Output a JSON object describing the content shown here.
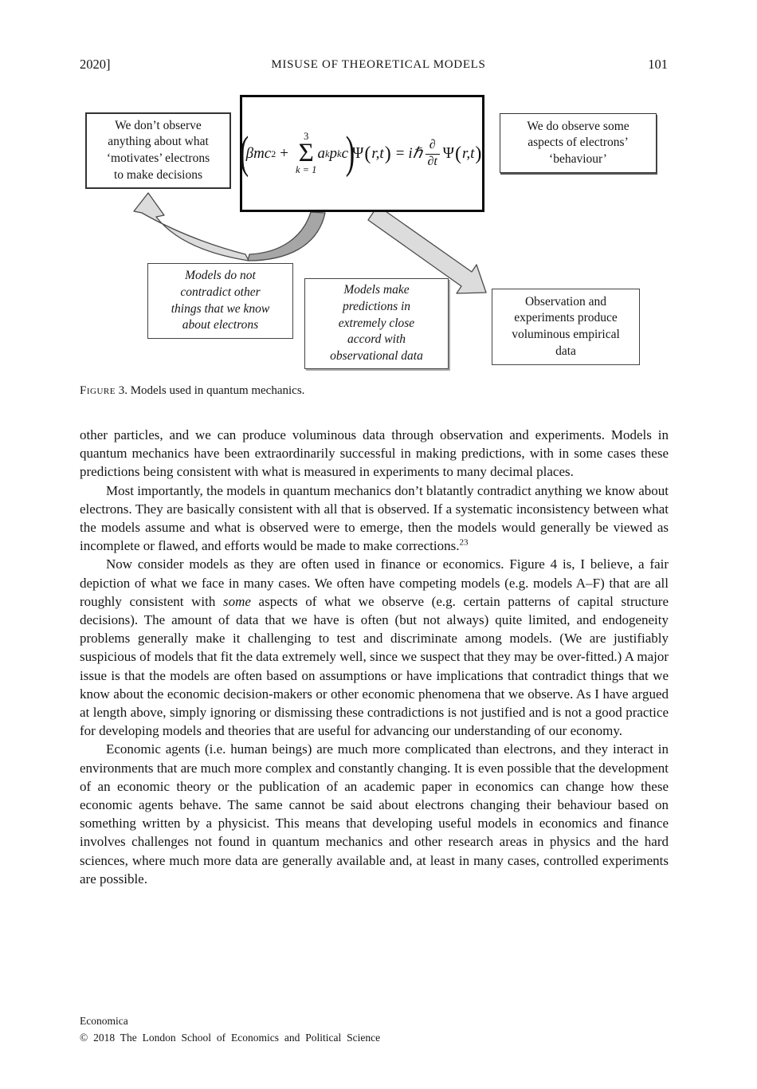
{
  "header": {
    "volume_year": "2020]",
    "running_title": "MISUSE OF THEORETICAL MODELS",
    "page_number": "101"
  },
  "figure": {
    "caption": {
      "label": "Figure",
      "rest": " 3. Models used in quantum mechanics."
    },
    "boxes": {
      "left": "We don’t observe\nanything about what\n‘motivates’ electrons\nto make decisions",
      "right": "We do observe some\naspects of electrons’\n‘behaviour’",
      "models_do_not": "Models do not\ncontradict other\nthings that we know\nabout electrons",
      "models_make": "Models make\npredictions in\nextremely close\naccord with\nobservational data",
      "observation": "Observation and\nexperiments produce\nvoluminous empirical\ndata"
    },
    "equation": {
      "lparen": "(",
      "beta_mc": "βmc",
      "sq": "2",
      "plus": "+",
      "sum_top": "3",
      "sigma": "Σ",
      "sum_bot": "k = 1",
      "a": "a",
      "k1": "k",
      "p": "p",
      "k2": "k",
      "c": "c",
      "rparen": ")",
      "psi1": "Ψ",
      "lp1": "(",
      "rt1": "r,t",
      "rp1": ")",
      "equals": "=",
      "ihbar": "iℏ",
      "dtop": "∂",
      "dbot": "∂t",
      "psi2": "Ψ",
      "lp2": "(",
      "rt2": "r,t",
      "rp2": ")"
    },
    "colors": {
      "arrow_light": "#dcdcdc",
      "arrow_dark": "#a6a6a6",
      "arrow_outline": "#4a4a4a"
    }
  },
  "body": {
    "p1": [
      {
        "t": "other particles, and we can produce voluminous data through observation and experiments. Models in quantum mechanics have been extraordinarily successful in making predictions, with in some cases these predictions being consistent with what is measured in experiments to many decimal places."
      }
    ],
    "p2": [
      {
        "t": "Most importantly, the models in quantum mechanics don’t blatantly contradict anything we know about electrons. They are basically consistent with all that is observed. If a systematic inconsistency between what the models assume and what is observed were to emerge, then the models would generally be viewed as incomplete or flawed, and efforts would be made to make corrections."
      },
      {
        "t": "23",
        "sup": true
      }
    ],
    "p3": [
      {
        "t": "Now consider models as they are often used in finance or economics. Figure 4 is, I believe, a fair depiction of what we face in many cases. We often have competing models (e.g. models A–F) that are all roughly consistent with "
      },
      {
        "t": "some",
        "i": true
      },
      {
        "t": " aspects of what we observe (e.g. certain patterns of capital structure decisions). The amount of data that we have is often (but not always) quite limited, and endogeneity problems generally make it challenging to test and discriminate among models. (We are justifiably suspicious of models that fit the data extremely well, since we suspect that they may be over-fitted.) A major issue is that the models are often based on assumptions or have implications that contradict things that we know about the economic decision-makers or other economic phenomena that we observe. As I have argued at length above, simply ignoring or dismissing these contradictions is not justified and is not a good practice for developing models and theories that are useful for advancing our understanding of our economy."
      }
    ],
    "p4": [
      {
        "t": "Economic agents (i.e. human beings) are much more complicated than electrons, and they interact in environments that are much more complex and constantly changing. It is even possible that the development of an economic theory or the publication of an academic paper in economics can change how these economic agents behave. The same cannot be said about electrons changing their behaviour based on something written by a physicist. This means that developing useful models in economics and finance involves challenges not found in quantum mechanics and other research areas in physics and the hard sciences, where much more data are generally available and, at least in many cases, controlled experiments are possible."
      }
    ]
  },
  "footer": {
    "journal": "Economica",
    "copyright": "© 2018 The London School of Economics and Political Science"
  }
}
